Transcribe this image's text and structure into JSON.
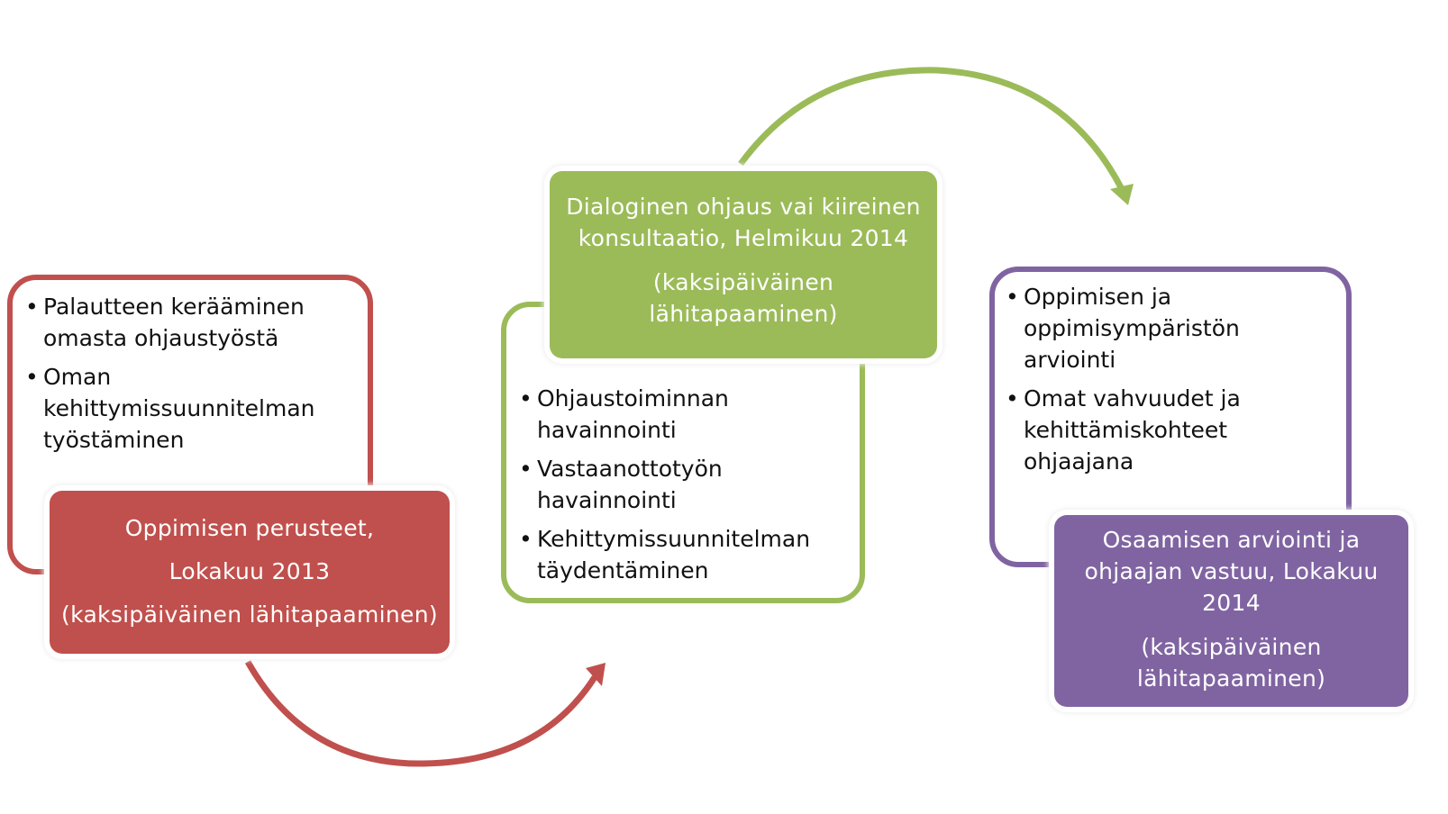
{
  "colors": {
    "red": "#c0504d",
    "green": "#9bbb59",
    "purple": "#8064a2"
  },
  "stages": [
    {
      "title": "Oppimisen perusteet,",
      "date": "Lokakuu 2013",
      "note": "(kaksipäiväinen lähitapaaminen)",
      "items": [
        "Palautteen kerääminen omasta ohjaustyöstä",
        "Oman kehittymissuunnitelman työstäminen"
      ]
    },
    {
      "title": "Dialoginen ohjaus vai kiireinen konsultaatio, Helmikuu 2014",
      "note": "(kaksipäiväinen lähitapaaminen)",
      "items": [
        "Ohjaustoiminnan havainnointi",
        "Vastaanottotyön havainnointi",
        "Kehittymissuunnitelman täydentäminen"
      ]
    },
    {
      "title": "Osaamisen arviointi ja ohjaajan vastuu, Lokakuu 2014",
      "note": "(kaksipäiväinen lähitapaaminen)",
      "items": [
        "Oppimisen ja oppimisympäristön arviointi",
        "Omat vahvuudet ja kehittämiskohteet ohjaajana"
      ]
    }
  ]
}
